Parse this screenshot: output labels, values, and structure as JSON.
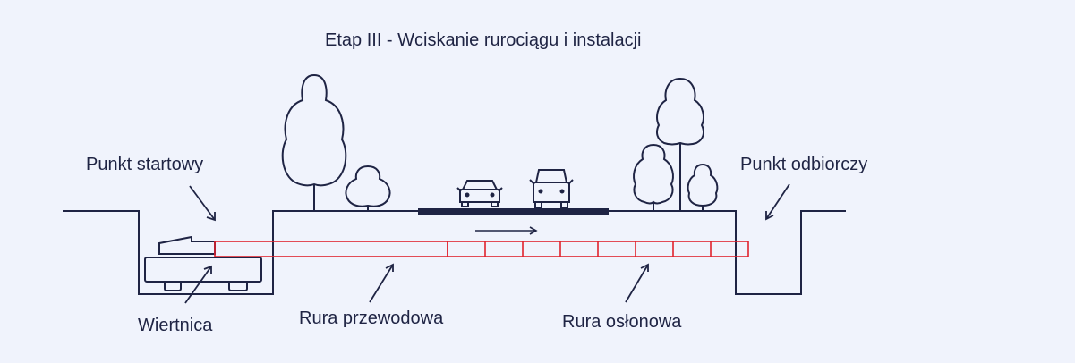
{
  "title": "Etap III - Wciskanie rurociągu i instalacji",
  "labels": {
    "start_point": "Punkt startowy",
    "receiving_point": "Punkt odbiorczy",
    "drilling_rig": "Wiertnica",
    "product_pipe": "Rura przewodowa",
    "casing_pipe": "Rura osłonowa"
  },
  "colors": {
    "background": "#f0f3fc",
    "line": "#1f2444",
    "pipe": "#e0222d",
    "road": "#1f2444"
  },
  "icons": [
    "tree-icon",
    "car-icon",
    "drilling-rig-icon",
    "arrow-icon"
  ]
}
